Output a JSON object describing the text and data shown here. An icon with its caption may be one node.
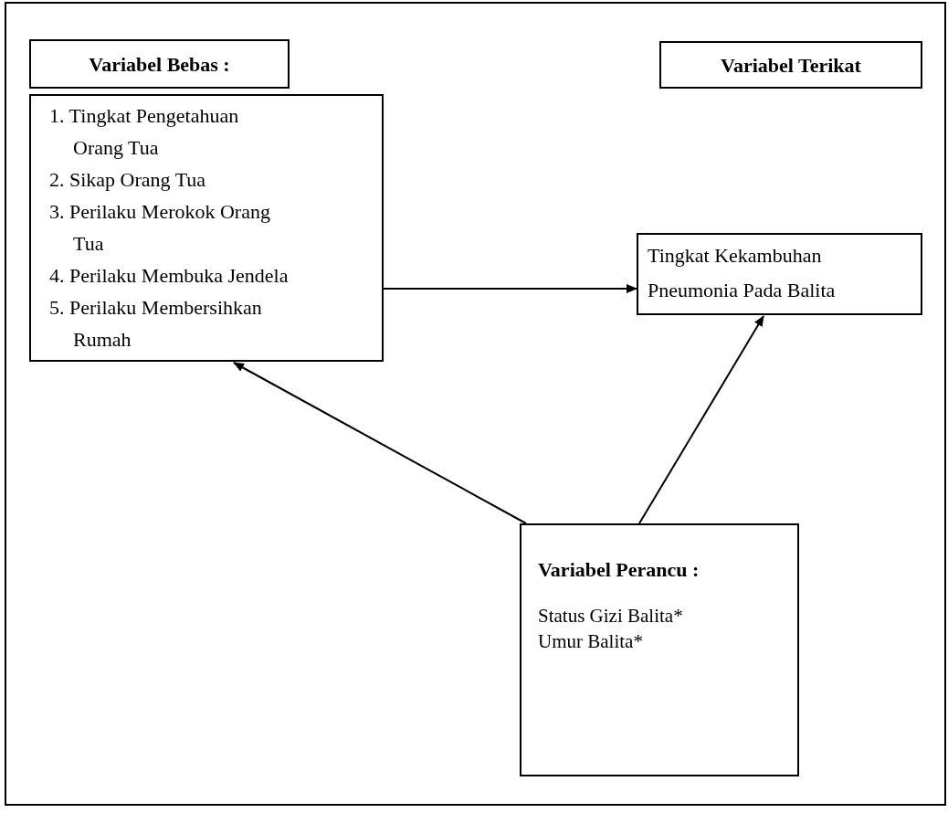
{
  "diagram": {
    "nodes": [
      {
        "text": [
          "Variabel Bebas :"
        ]
      },
      {
        "text": [
          "Variabel Terikat"
        ]
      },
      {
        "text": [
          "1. Tingkat Pengetahuan Orang Tua",
          "2. Sikap Orang Tua",
          "3. Perilaku Merokok Orang Tua",
          "4. Perilaku Membuka Jendela",
          "5. Perilaku Membersihkan Rumah"
        ]
      },
      {
        "text": [
          "Tingkat Kekambuhan Pneumonia Pada Balita"
        ]
      },
      {
        "text": [
          "Variabel Perancu :",
          "Status Gizi Balita*",
          "Umur Balita*"
        ]
      }
    ],
    "edges": [
      {
        "from": 2,
        "to": 3,
        "arrow": "to"
      },
      {
        "from": 4,
        "to": 2,
        "arrow": "to"
      },
      {
        "from": 4,
        "to": 3,
        "arrow": "to"
      }
    ]
  }
}
